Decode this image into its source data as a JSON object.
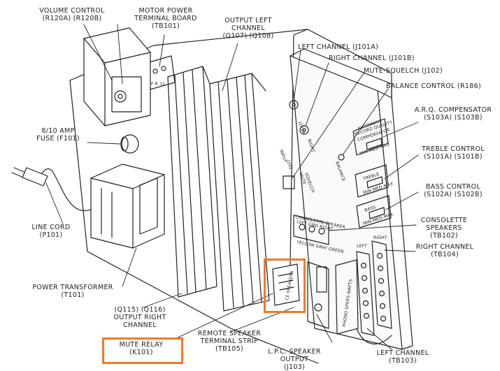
{
  "labels": {
    "volume_control": [
      "VOLUME CONTROL",
      "(R120A) (R120B)"
    ],
    "motor_power": [
      "MOTOR POWER",
      "TERMINAL BOARD",
      "(TB101)"
    ],
    "output_left": [
      "OUTPUT LEFT",
      "CHANNEL",
      "(Q107) (Q108)"
    ],
    "left_channel_j": [
      "LEFT CHANNEL (J101A)"
    ],
    "right_channel_j": [
      "RIGHT CHANNEL (J101B)"
    ],
    "mute_squelch": [
      "MUTE-SQUELCH (J102)"
    ],
    "balance": [
      "BALANCE CONTROL (R186)"
    ],
    "fuse": [
      "8/10 AMP",
      "FUSE (F101)"
    ],
    "arq": [
      "A.R.Q. COMPENSATOR",
      "(S103A) (S103B)"
    ],
    "treble": [
      "TREBLE CONTROL",
      "(S101A) (S101B)"
    ],
    "bass": [
      "BASS CONTROL",
      "(S102A) (S102B)"
    ],
    "line_cord": [
      "LINE CORD",
      "(P101)"
    ],
    "consolette": [
      "CONSOLETTE",
      "SPEAKERS",
      "(TB102)"
    ],
    "right_channel_tb": [
      "RIGHT CHANNEL",
      "(TB104)"
    ],
    "power_transformer": [
      "POWER TRANSFORMER",
      "(T101)"
    ],
    "output_right": [
      "(Q115) (Q116)",
      "OUTPUT RIGHT",
      "CHANNEL"
    ],
    "remote_speaker": [
      "REMOTE SPEAKER",
      "TERMINAL STRIP",
      "(TB105)"
    ],
    "mute_relay": [
      "MUTE RELAY",
      "(K101)"
    ],
    "lpc_speaker": [
      "L.P.C. SPEAKER",
      "OUTPUT",
      "(J103)"
    ],
    "left_channel_tb": [
      "LEFT CHANNEL",
      "(TB103)"
    ]
  },
  "panel": {
    "input": "INPUT",
    "j101a": "J101A",
    "right": "RIGHT",
    "left": "LEFT",
    "j102": "J102",
    "mute": "MUTE",
    "squelch": "SQUELCH",
    "balance": "BALANCE",
    "arq_title": [
      "AUTOMATIC",
      "RECORD QUALITY",
      "COMPENSATOR"
    ],
    "arq_range": "MIN-MED-MAX",
    "treble": "TREBLE",
    "treble_range": "MIN-MED-MAX",
    "bass": "BASS",
    "bass_range": "MIN-MED-MAX",
    "consolette_title": [
      "CONSOLETTE SPEAKER",
      "LEFT GND RIGHT"
    ],
    "consolette_sub": "YELLOW GRAY GREEN",
    "phono": "PHONO SPKRS WATTS",
    "tb_left": "LEFT",
    "tb_right": "RIGHT",
    "ce_speakers": "CE SPEAKERS",
    "fuse_marks": "F R 12"
  },
  "highlights": {
    "color": "#f07a2a"
  }
}
